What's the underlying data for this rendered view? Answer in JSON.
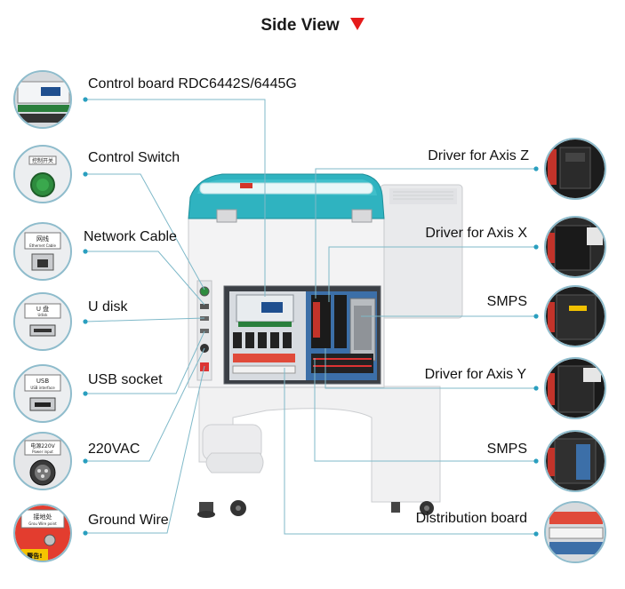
{
  "title": "Side View",
  "colors": {
    "leader": "#7fb9c9",
    "dot": "#2a9fbf",
    "cabinet": "#f2f2f2",
    "lid": "#2fb3c0",
    "warning": "#e51b1b"
  },
  "labels_left": [
    {
      "text": "Control board RDC6442S/6445G",
      "icon": "control-board-icon"
    },
    {
      "text": "Control Switch",
      "icon": "green-switch-icon"
    },
    {
      "text": "Network Cable",
      "icon": "ethernet-port-icon"
    },
    {
      "text": "U disk",
      "icon": "usb-disk-port-icon"
    },
    {
      "text": "USB socket",
      "icon": "usb-socket-icon"
    },
    {
      "text": "220VAC",
      "icon": "power-socket-icon"
    },
    {
      "text": "Ground Wire",
      "icon": "ground-terminal-icon"
    }
  ],
  "labels_right": [
    {
      "text": "Driver for Axis Z",
      "icon": "driver-z-icon"
    },
    {
      "text": "Driver for Axis X",
      "icon": "driver-x-icon"
    },
    {
      "text": "SMPS",
      "icon": "smps-icon"
    },
    {
      "text": "Driver for Axis Y",
      "icon": "driver-y-icon"
    },
    {
      "text": "SMPS",
      "icon": "smps-icon"
    },
    {
      "text": "Distribution board",
      "icon": "distribution-board-icon"
    }
  ],
  "thumb_text": {
    "switch": "控制开关",
    "network": "网线",
    "network_sub": "Ethernet Cable",
    "udisk": "U 盘",
    "udisk_sub": "Udisk",
    "usb": "USB",
    "usb_sub": "USB interface",
    "power": "电源220V",
    "power_sub": "Power input",
    "ground": "接地处",
    "ground_sub": "Grou Wire point",
    "warn": "警告!"
  }
}
